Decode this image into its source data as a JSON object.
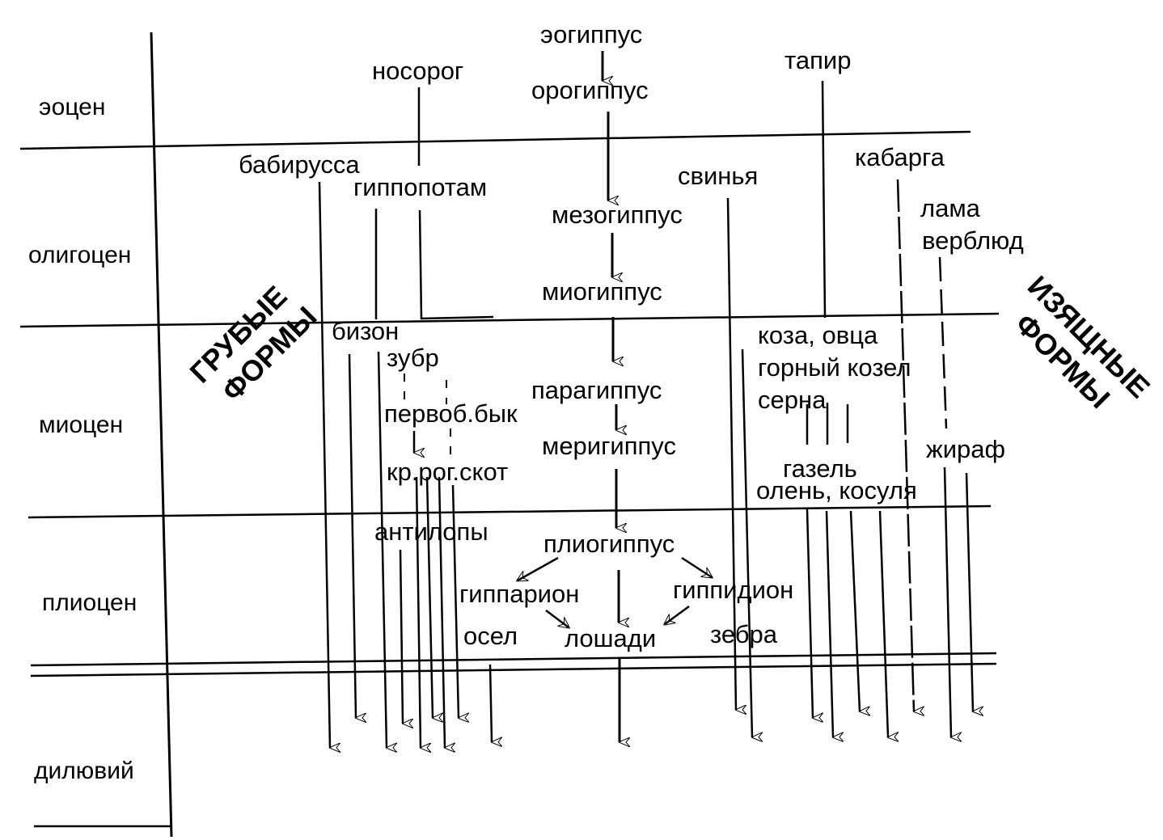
{
  "eras": {
    "eocene": "эоцен",
    "oligocene": "олигоцен",
    "miocene": "миоцен",
    "pliocene": "плиоцен",
    "diluvium": "дилювий"
  },
  "groups": {
    "coarse_line1": "ГРУБЫЕ",
    "coarse_line2": "ФОРМЫ",
    "graceful_line1": "ИЗЯЩНЫЕ",
    "graceful_line2": "ФОРМЫ"
  },
  "horse_line": {
    "eohippus": "эогиппус",
    "orohippus": "орогиппус",
    "mesohippus": "мезогиппус",
    "miohippus": "миогиппус",
    "parahippus": "парагиппус",
    "merychippus": "меригиппус",
    "pliohippus": "плиогиппус",
    "hipparion": "гиппарион",
    "hippidion": "гиппидион",
    "horses": "лошади",
    "donkey": "осел",
    "zebra": "зебра"
  },
  "coarse_forms": {
    "rhinoceros": "носорог",
    "babirusa": "бабирусса",
    "hippopotamus": "гиппопотам",
    "bison": "бизон",
    "wisent": "зубр",
    "aurochs": "первоб.бык",
    "cattle": "кр.рог.скот",
    "antelopes": "антилопы"
  },
  "graceful_forms": {
    "tapir": "тапир",
    "pig": "свинья",
    "musk_deer": "кабарга",
    "llama": "лама",
    "camel": "верблюд",
    "goat_sheep": "коза, овца",
    "ibex": "горный козел",
    "chamois": "серна",
    "giraffe": "жираф",
    "gazelle": "газель",
    "deer_roe": "олень, косуля"
  }
}
